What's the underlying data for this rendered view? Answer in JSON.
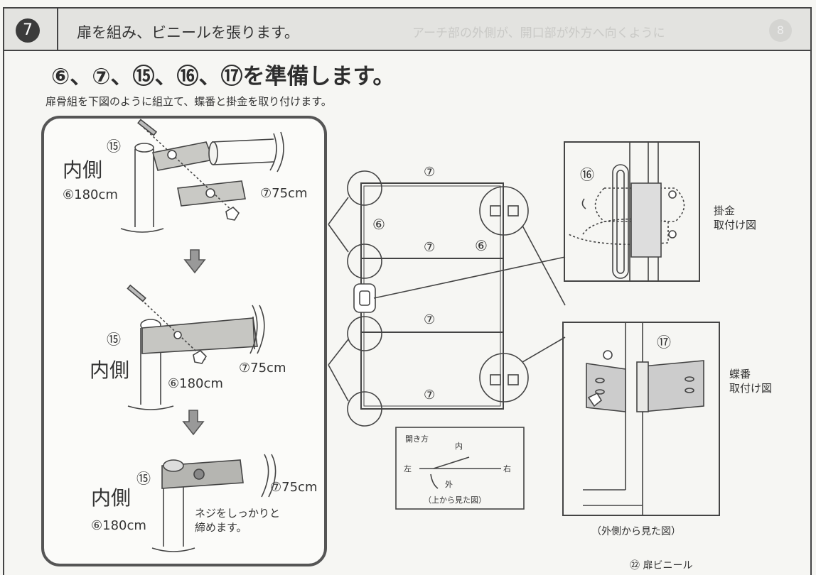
{
  "step": {
    "number": "7",
    "title": "扉を組み、ビニールを張ります。",
    "ghost_text": "アーチ部の外側が、開口部が外方へ向くように",
    "ghost_badge": "8"
  },
  "headline": "⑥、⑦、⑮、⑯、⑰を準備します。",
  "subline": "扉骨組を下図のように組立て、蝶番と掛金を取り付けます。",
  "assembly": {
    "stage1": {
      "part_no": "⑮",
      "inside": "内側",
      "pipe_left": "⑥180cm",
      "pipe_right": "⑦75cm"
    },
    "stage2": {
      "part_no": "⑮",
      "inside": "内側",
      "pipe_left": "⑥180cm",
      "pipe_right": "⑦75cm"
    },
    "stage3": {
      "part_no": "⑮",
      "inside": "内側",
      "pipe_left": "⑥180cm",
      "pipe_right": "⑦75cm",
      "note_line1": "ネジをしっかりと",
      "note_line2": "締めます。"
    }
  },
  "frame": {
    "top": "⑦",
    "upper_mid": "⑦",
    "lower_mid": "⑦",
    "bottom": "⑦",
    "left_side": "⑥",
    "right_side": "⑥"
  },
  "opening": {
    "title": "開き方",
    "inside": "内",
    "left": "左",
    "right": "右",
    "outside": "外",
    "caption": "（上から見た図）"
  },
  "latch": {
    "part_no": "⑯",
    "label_line1": "掛金",
    "label_line2": "取付け図"
  },
  "hinge": {
    "part_no": "⑰",
    "label_line1": "蝶番",
    "label_line2": "取付け図",
    "caption": "（外側から見た図）"
  },
  "footer_hint": "㉒ 扉ビニール"
}
